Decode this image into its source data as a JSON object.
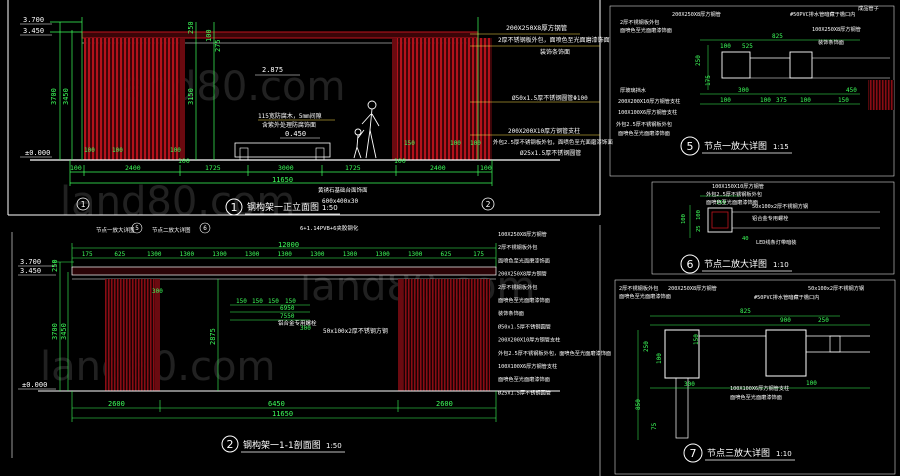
{
  "watermark": "land80.com",
  "colors": {
    "background": "#000000",
    "dimension": "#3dff5a",
    "leader": "#ffe24a",
    "slat": "#c0141e",
    "note": "#ffffff",
    "frame": "#ffffff"
  },
  "elevation": {
    "title": "钢构架一正立面图",
    "scale": "1:50",
    "number": "1",
    "left_levels": [
      "3.700",
      "3.450",
      "±0.000"
    ],
    "left_dims": [
      "3700",
      "3450"
    ],
    "inner_dims": [
      "250",
      "3150",
      "100",
      "275"
    ],
    "top_notes": [
      "200X250X8厚方钢管",
      "2厚不锈钢板外包，面喷色至光面磨漆饰面",
      "装饰条饰面"
    ],
    "level_mark": "2.875",
    "mid_notes": [
      "115宽防腐木，5mm间隙",
      "含紫外处理防腐饰面"
    ],
    "bench_level": "0.450",
    "right_notes": [
      "Ø50x1.5厚不锈钢圆管Φ100",
      "200X200X10厚方钢管支柱",
      "外包2.5厚不锈钢板外包，面喷色至光面磨漆饰面",
      "Ø25x1.5厚不锈钢圆管"
    ],
    "bottom_dims": [
      "100",
      "2400",
      "100",
      "1725",
      "3000",
      "1725",
      "100",
      "2400",
      "100"
    ],
    "bottom_sub": [
      "100",
      "100",
      "100",
      "150",
      "100",
      "100"
    ],
    "total": "11650",
    "base_notes": [
      "黄锈石基础台面饰面",
      "600x400x30"
    ],
    "grid": [
      "1",
      "2"
    ]
  },
  "section": {
    "title": "钢构架一1-1剖面图",
    "scale": "1:50",
    "number": "2",
    "callouts": [
      "节点一放大详图",
      "5",
      "节点二放大详图",
      "6"
    ],
    "pipe_note": "6+1.14PVB+6夹胶钢化",
    "top_total": "12000",
    "top_dims": [
      "175",
      "625",
      "1300",
      "1300",
      "1300",
      "1300",
      "1300",
      "1300",
      "1300",
      "1300",
      "1300",
      "625",
      "175"
    ],
    "levels": [
      "3.700",
      "3.450",
      "±0.000"
    ],
    "left_dims": [
      "3700",
      "3450",
      "250"
    ],
    "inner": [
      "300",
      "150",
      "150",
      "150",
      "150",
      "6950",
      "7550",
      "300",
      "2875"
    ],
    "notes": [
      "100X250X8厚方钢管",
      "2厚不锈钢板外包",
      "面喷色至光面磨漆饰面",
      "200X250X8厚方钢管",
      "2厚不锈钢板外包",
      "面喷色至光面磨漆饰面",
      "装饰条饰面",
      "Ø50x1.5厚不锈钢圆管",
      "200X200X10厚方钢管支柱",
      "外包2.5厚不锈钢板外包，面喷色至光面磨漆饰面",
      "100X100X6厚方钢管支柱",
      "面喷色至光面磨漆饰面",
      "Ø25x1.5厚不锈钢圆管"
    ],
    "glass_note": "50x100x2厚不锈钢方钢",
    "frame_note": "铝合金专用螺栓",
    "bottom_dims": [
      "2600",
      "6450",
      "2600"
    ],
    "total": "11650"
  },
  "detail5": {
    "title": "节点一放大详图",
    "scale": "1:15",
    "number": "5",
    "notes": [
      "200X250X8厚方钢管",
      "#50PVC排水管暗藏于檐口内",
      "成品管子",
      "2厚不锈钢板外包",
      "面喷色至光面磨漆饰面",
      "100X250X8厚方钢管",
      "装饰条饰面",
      "厚玻璃挡水",
      "200X200X10厚方钢管支柱",
      "100X100X6厚方钢管支柱",
      "外包2.5厚不锈钢板外包",
      "面喷色至光面磨漆饰面"
    ],
    "dims": [
      "250",
      "100",
      "825",
      "525",
      "100",
      "300",
      "100",
      "375",
      "100",
      "150",
      "175",
      "450"
    ]
  },
  "detail6": {
    "title": "节点二放大详图",
    "scale": "1:10",
    "number": "6",
    "notes": [
      "100X150X10厚方钢管",
      "外包2.5厚不锈钢板外包",
      "面喷色至光面磨漆饰面",
      "50x100x2厚不锈钢方钢",
      "铝合金专用螺栓",
      "LED线条灯带暗装"
    ],
    "dims": [
      "100",
      "150",
      "100",
      "25",
      "40"
    ]
  },
  "detail7": {
    "title": "节点三放大详图",
    "scale": "1:10",
    "number": "7",
    "notes": [
      "2厚不锈钢板外包",
      "面喷色至光面磨漆饰面",
      "200X250X8厚方钢管",
      "#50PVC排水管暗藏于檐口内",
      "50x100x2厚不锈钢方钢",
      "100X100X6厚方钢管支柱",
      "面喷色至光面磨漆饰面"
    ],
    "dims": [
      "825",
      "250",
      "100",
      "150",
      "250",
      "100",
      "900",
      "300",
      "850",
      "75"
    ]
  }
}
